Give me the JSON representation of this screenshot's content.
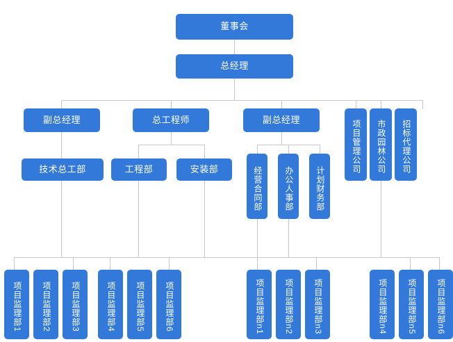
{
  "chart_data": {
    "type": "diagram",
    "diagram_type": "organizational-chart",
    "title": "",
    "accent_color": "#3279d9",
    "connector_color": "#c9c9c9",
    "background_color": "#ffffff",
    "levels": [
      {
        "level": 1,
        "nodes": [
          "董事会"
        ]
      },
      {
        "level": 2,
        "nodes": [
          "总经理"
        ]
      },
      {
        "level": 3,
        "nodes": [
          "副总经理",
          "总工程师",
          "副总经理",
          "项目管理公司",
          "市政园林公司",
          "招标代理公司"
        ]
      },
      {
        "level": 4,
        "nodes": [
          "技术总工部",
          "工程部",
          "安装部",
          "经营合同部",
          "办公人事部",
          "计划财务部"
        ]
      },
      {
        "level": 5,
        "nodes": [
          "项目监理部1",
          "项目监理部2",
          "项目监理部3",
          "项目监理部4",
          "项目监理部5",
          "项目监理部6",
          "项目监理部n1",
          "项目监理部n2",
          "项目监理部n3",
          "项目监理部n4",
          "项目监理部n5",
          "项目监理部n6"
        ]
      }
    ],
    "edges": [
      [
        "董事会",
        "总经理"
      ],
      [
        "总经理",
        "副总经理"
      ],
      [
        "总经理",
        "总工程师"
      ],
      [
        "总经理",
        "副总经理"
      ],
      [
        "总经理",
        "项目管理公司"
      ],
      [
        "总经理",
        "市政园林公司"
      ],
      [
        "总经理",
        "招标代理公司"
      ],
      [
        "副总经理",
        "技术总工部"
      ],
      [
        "总工程师",
        "工程部"
      ],
      [
        "总工程师",
        "安装部"
      ],
      [
        "副总经理",
        "经营合同部"
      ],
      [
        "副总经理",
        "办公人事部"
      ],
      [
        "副总经理",
        "计划财务部"
      ]
    ]
  },
  "nodes": {
    "board": "董事会",
    "general_manager": "总经理",
    "deputy_gm_1": "副总经理",
    "chief_engineer": "总工程师",
    "deputy_gm_2": "副总经理",
    "company_pm": "项目管理公司",
    "company_landscape": "市政园林公司",
    "company_bidding": "招标代理公司",
    "dept_tech": "技术总工部",
    "dept_engineering": "工程部",
    "dept_installation": "安装部",
    "dept_contract": "经营合同部",
    "dept_hr": "办公人事部",
    "dept_finance": "计划财务部"
  },
  "supervision_groups": [
    {
      "group": "a",
      "items": [
        {
          "base": "项目监理部",
          "suffix": "1"
        },
        {
          "base": "项目监理部",
          "suffix": "2"
        },
        {
          "base": "项目监理部",
          "suffix": "3"
        },
        {
          "base": "项目监理部",
          "suffix": "4"
        },
        {
          "base": "项目监理部",
          "suffix": "5"
        },
        {
          "base": "项目监理部",
          "suffix": "6"
        }
      ]
    },
    {
      "group": "b",
      "items": [
        {
          "base": "项目监理部",
          "suffix": "n1"
        },
        {
          "base": "项目监理部",
          "suffix": "n2"
        },
        {
          "base": "项目监理部",
          "suffix": "n3"
        }
      ]
    },
    {
      "group": "c",
      "items": [
        {
          "base": "项目监理部",
          "suffix": "n4"
        },
        {
          "base": "项目监理部",
          "suffix": "n5"
        },
        {
          "base": "项目监理部",
          "suffix": "n6"
        }
      ]
    }
  ]
}
